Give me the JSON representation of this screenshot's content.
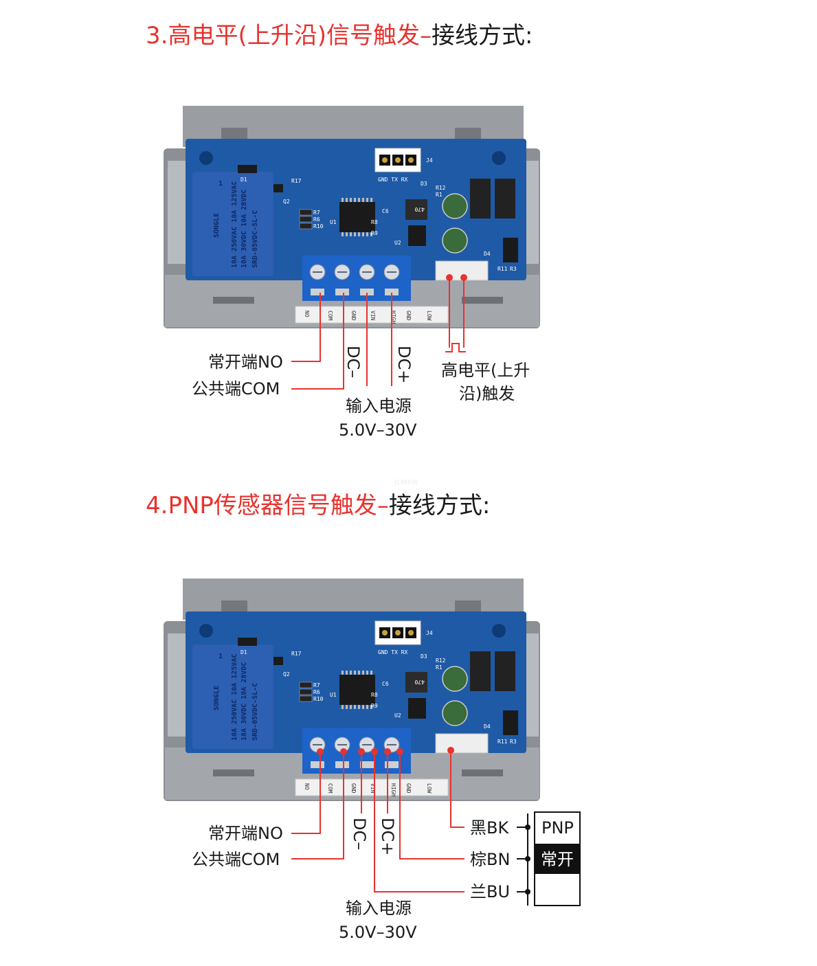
{
  "section3": {
    "title_red": "3.高电平(上升沿)信号触发",
    "title_dash": "–",
    "title_black": "接线方式:",
    "labels": {
      "no": "常开端NO",
      "com": "公共端COM",
      "dc_minus": "DC–",
      "dc_plus": "DC+",
      "trigger_line1": "高电平(上升",
      "trigger_line2": "沿)触发",
      "power_line1": "输入电源",
      "power_line2": "5.0V–30V"
    }
  },
  "section4": {
    "title_red": "4.PNP传感器信号触发",
    "title_dash": "–",
    "title_black": "接线方式:",
    "labels": {
      "no": "常开端NO",
      "com": "公共端COM",
      "dc_minus": "DC–",
      "dc_plus": "DC+",
      "black_bk": "黑BK",
      "brown_bn": "棕BN",
      "blue_bu": "兰BU",
      "sensor_top": "PNP",
      "sensor_mid": "常开",
      "power_line1": "输入电源",
      "power_line2": "5.0V–30V"
    }
  },
  "board": {
    "silk_header": "GND TX RX",
    "j4": "J4",
    "d1": "D1",
    "d3": "D3",
    "d4": "D4",
    "q2": "Q2",
    "u1": "U1",
    "u2": "U2",
    "r17": "R17",
    "r7": "R7",
    "r6": "R6",
    "r10": "R10",
    "r8": "R8",
    "r9": "R9",
    "r12": "R12",
    "r1": "R1",
    "r11": "R11",
    "r3": "R3",
    "c6": "C6",
    "inductor": "470",
    "relay_brand": "SONGLE",
    "relay_r1": "10A 250VAC  10A 125VAC",
    "relay_r2": "10A 30VDC  10A 28VDC",
    "relay_model": "SRD-05VDC-SL-C",
    "relay_pin": "1",
    "term_labels": [
      "NO",
      "COM",
      "GND",
      "VIN",
      "HIGH",
      "GND",
      "LOW"
    ]
  },
  "watermark": "JCMKW",
  "colors": {
    "title_red": "#e8322e",
    "wire_red": "#e8322e",
    "pcb_blue": "#1f5aa6",
    "relay_blue": "#2d5fb3",
    "terminal_blue": "#1e63c8",
    "case_gray": "#8c8f94"
  }
}
